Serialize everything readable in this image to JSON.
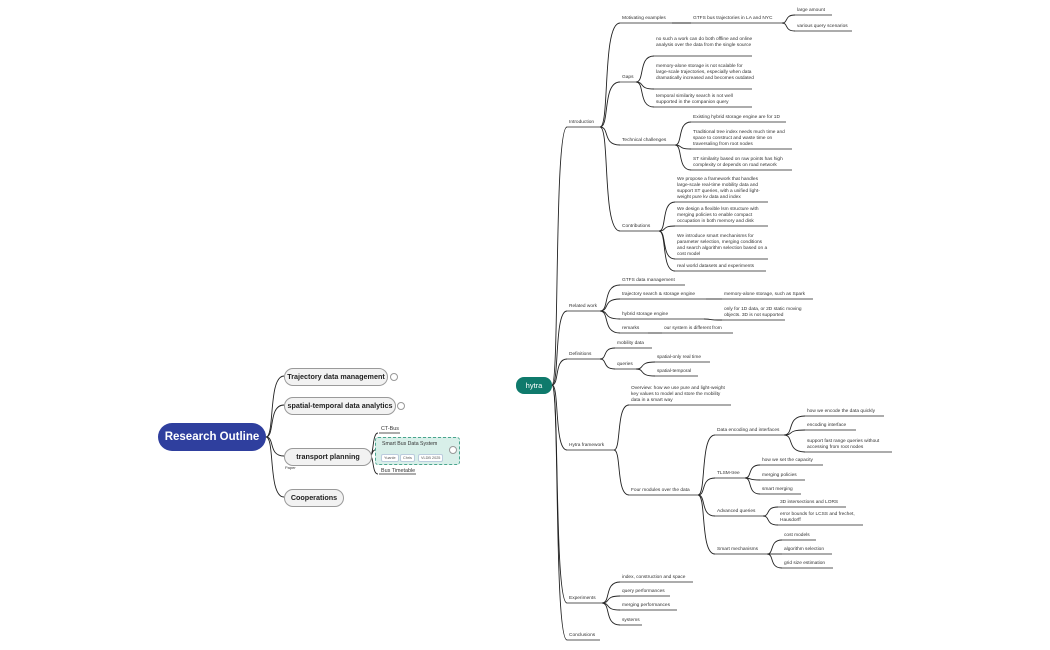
{
  "root": {
    "title": "Research Outline"
  },
  "branches": [
    {
      "label": "Trajectory data management"
    },
    {
      "label": "spatial-temporal data analytics"
    },
    {
      "label": "transport planning",
      "note": "Paper"
    },
    {
      "label": "Cooperations"
    }
  ],
  "transport": {
    "item1": "CT-Bus",
    "card_title": "Smart Bus Data System",
    "card_tags": [
      "Yuanle",
      "Chris",
      "VLDB 2025"
    ],
    "item3": "Bus Timetable"
  },
  "hytra": {
    "label": "hytra",
    "sections": [
      {
        "label": "Introduction"
      },
      {
        "label": "Related work"
      },
      {
        "label": "Definitions"
      },
      {
        "label": "Hytra framework"
      },
      {
        "label": "Experiments"
      },
      {
        "label": "Conclusions"
      }
    ],
    "nodes": [
      "Motivating examples",
      "GTFS bus trajectories in LA and NYC",
      "large amount",
      "various query scenarios",
      "Gaps",
      "no such a  work can do both offline and online analysis over the data from the single source",
      "memory-alone storage is not scalable for large-scale trajectories, especially when data dramatically increased and becomes outdated",
      "temporal similarity search is not well supported in the companion query",
      "Technical challenges",
      "Existing hybrid storage engine are for 1D",
      "Traditional tree index needs much time and space to construct and waste time on traversaling from root nodes",
      "ST similarity based on raw points has high complexity or depends on road network",
      "Contributions",
      "We propose a framework that handles large-scale real-time mobility data and support ST queries, with a unified light-weight pure kv data and index",
      "We design a flexible lsm structure with merging policies to enable compact occupation in both memory and disk",
      "We introduce smart mechanisms for parameter selection, merging conditions and search algorithm selection based on a cost model",
      "real world datasets and experiments",
      "GTFS data management",
      "trajectory search & storage engine",
      "memory-alone storage, such as Spark",
      "hybrid storage engine",
      "only for 1D data, or 2D static moving objects. 3D is not supported",
      "remarks",
      "our system is different from",
      "mobility data",
      "queries",
      "spatial-only real time",
      "spatial-temporal",
      "Overview: how we use pure and light-weight key values to model and store the mobility data in a smart way",
      "Four modules over the data",
      "Data encoding and interfaces",
      "how we encode the data quickly",
      "encoding interface",
      "support fast range queries without accessing from root nodes",
      "TLSM-tree",
      "how we set the capacity",
      "merging policies",
      "smart merging",
      "Advanced queries",
      "3D intersections and LORS",
      "error bounds for LCSS and frechet, Hausdorff",
      "Smart mechanisms",
      "cost models",
      "algorithm selection",
      "grid size estimation",
      "index, construction and space",
      "query performances",
      "merging performances",
      "systems"
    ]
  },
  "colors": {
    "root": "#2f3f9e",
    "hytra": "#0f7a6c",
    "card_bg": "#d8efe9",
    "line": "#222222"
  }
}
